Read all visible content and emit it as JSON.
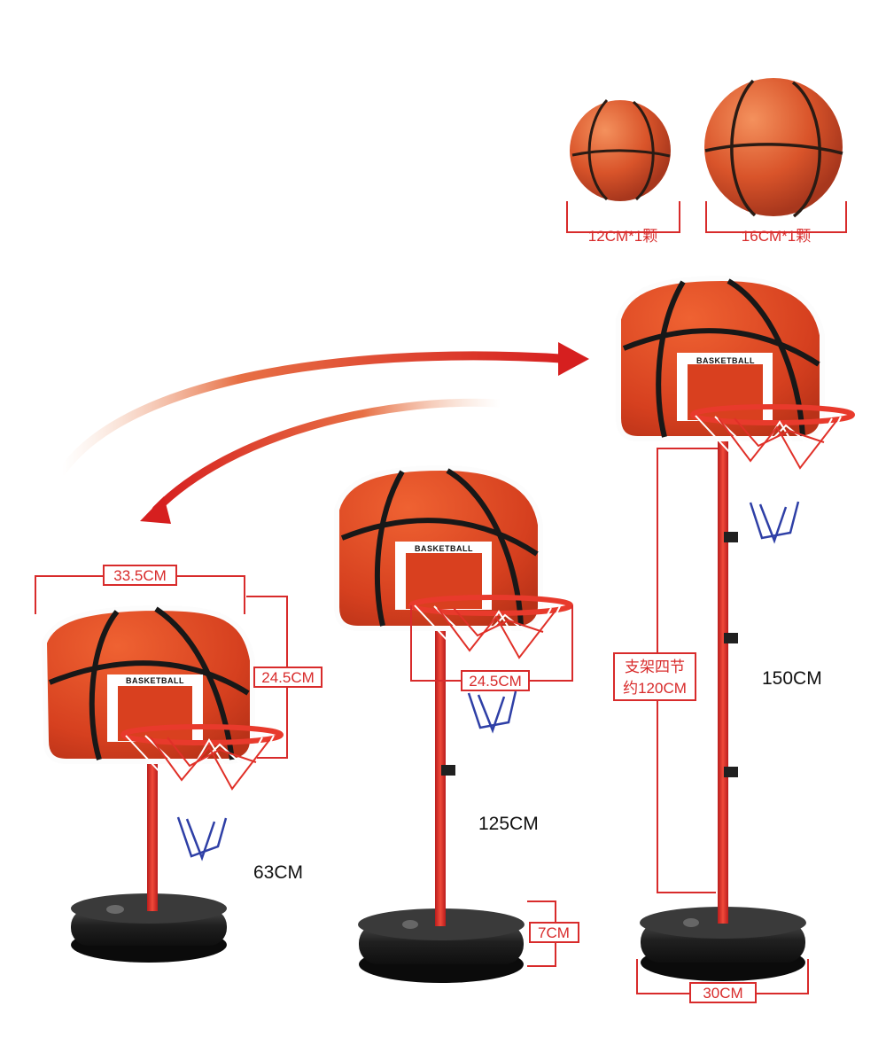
{
  "balls": [
    {
      "label": "12CM*1颗"
    },
    {
      "label": "16CM*1颗"
    }
  ],
  "stands": [
    {
      "height_label": "63CM",
      "board_label": "BASKETBALL"
    },
    {
      "height_label": "125CM",
      "board_label": "BASKETBALL"
    },
    {
      "height_label": "150CM",
      "board_label": "BASKETBALL"
    }
  ],
  "dimensions": {
    "board_width": "33.5CM",
    "board_height_left": "24.5CM",
    "board_height_middle": "24.5CM",
    "base_height": "7CM",
    "base_width": "30CM",
    "pole_note_line1": "支架四节",
    "pole_note_line2": "约120CM"
  },
  "colors": {
    "accent_red": "#d82b2b",
    "ball_orange": "#e4572e",
    "base_black": "#1f1f1f"
  }
}
